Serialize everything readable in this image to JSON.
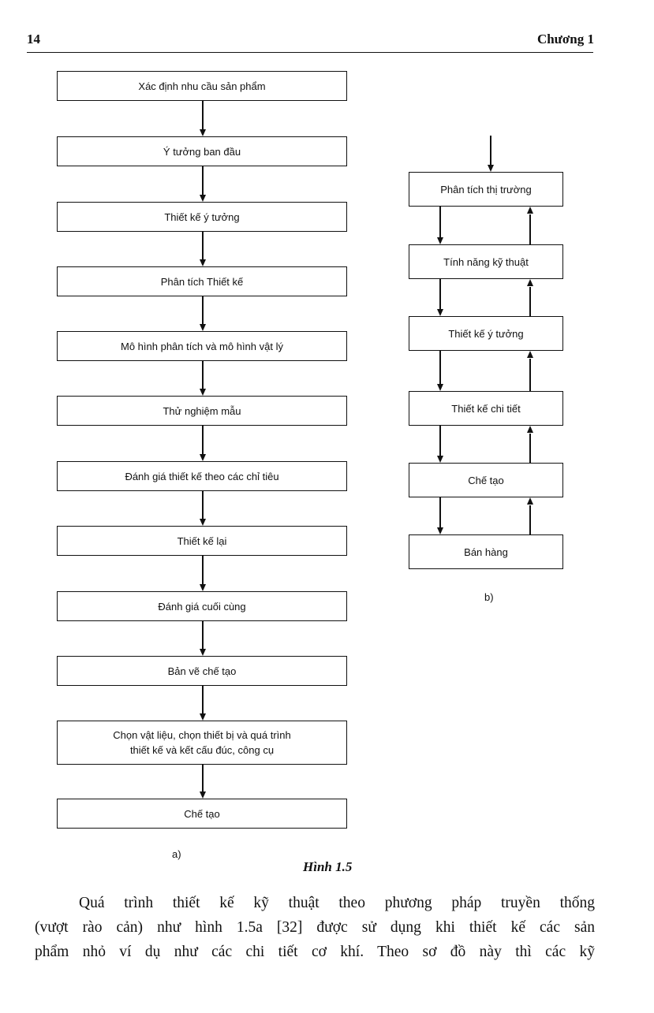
{
  "header": {
    "page_number": "14",
    "chapter": "Chương 1"
  },
  "figure_a": {
    "boxes": [
      {
        "label": "Xác định nhu cầu sản phẩm"
      },
      {
        "label": "Ý tưởng ban đầu"
      },
      {
        "label": "Thiết kế ý tưởng"
      },
      {
        "label": "Phân tích Thiết kế"
      },
      {
        "label": "Mô hình phân tích và mô hình vật lý"
      },
      {
        "label": "Thử nghiệm mẫu"
      },
      {
        "label": "Đánh giá thiết kế theo các chỉ tiêu"
      },
      {
        "label": "Thiết kế lại"
      },
      {
        "label": "Đánh giá cuối cùng"
      },
      {
        "label": "Bản vẽ chế tạo"
      },
      {
        "line1": "Chọn vật liệu, chọn thiết bị và quá trình",
        "line2": "thiết kế và kết cấu đúc, công cụ"
      },
      {
        "label": "Chế tạo"
      }
    ],
    "caption": "a)"
  },
  "figure_b": {
    "boxes": [
      {
        "label": "Phân tích thị trường"
      },
      {
        "label": "Tính năng kỹ thuật"
      },
      {
        "label": "Thiết kế ý tưởng"
      },
      {
        "label": "Thiết kế chi tiết"
      },
      {
        "label": "Chế tạo"
      },
      {
        "label": "Bán hàng"
      }
    ],
    "caption": "b)"
  },
  "figure_title": "Hình 1.5",
  "paragraph": {
    "line1": "Quá trình thiết kế kỹ thuật theo phương pháp truyền thống",
    "line2": "(vượt rào cản) như hình 1.5a [32] được sử dụng khi thiết kế các sản",
    "line3": "phẩm nhỏ ví dụ như các chi tiết cơ khí. Theo sơ đồ này thì các kỹ"
  }
}
